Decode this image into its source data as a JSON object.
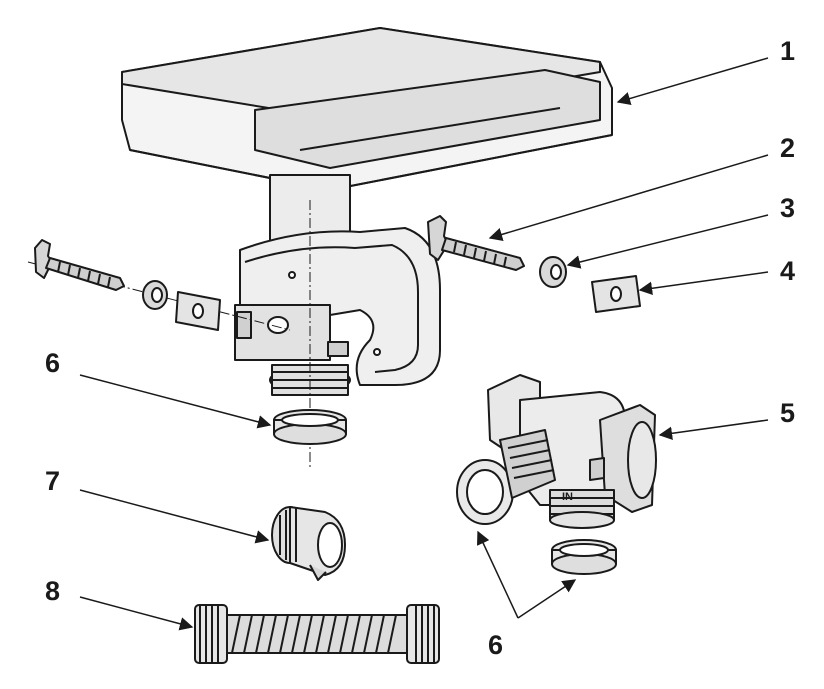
{
  "callouts": {
    "c1": "1",
    "c2": "2",
    "c3": "3",
    "c4": "4",
    "c5": "5",
    "c6a": "6",
    "c6b": "6",
    "c7": "7",
    "c8": "8"
  },
  "valve_marking": "IN",
  "colors": {
    "line": "#1a1a1a",
    "fill_light": "#f2f2f2",
    "fill_mid": "#dcdcdc",
    "fill_dark": "#bdbdbd"
  }
}
